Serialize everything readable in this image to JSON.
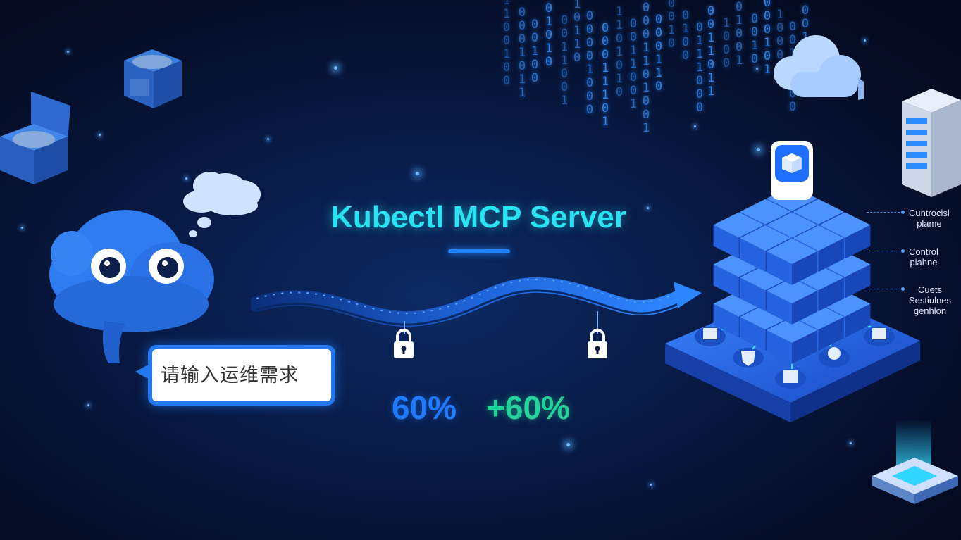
{
  "title": "Kubectl MCP Server",
  "chat": {
    "placeholder": "请输入运维需求"
  },
  "stats": [
    {
      "value": "60%"
    },
    {
      "value": "+60%"
    }
  ],
  "side_labels": [
    {
      "line1": "Cuntrocisl",
      "line2": "plame"
    },
    {
      "line1": "Control",
      "line2": "plahne"
    },
    {
      "line1": "Cuets",
      "line2": "Sestiulnes",
      "line3": "genhlon"
    }
  ],
  "binary_columns": [
    "1100100",
    "0001011",
    "00100",
    "01010",
    "0011001",
    "10110",
    "00001000",
    "00011101",
    "1101010",
    "0011001",
    "0001101001",
    "000110",
    "0010",
    "0100",
    "0111000",
    "0011011",
    "1000",
    "01001",
    "0010",
    "000101",
    "1000",
    "0010100",
    "001101"
  ],
  "colors": {
    "accent": "#29e3f2",
    "blue": "#1e7bff",
    "green": "#23d49a"
  }
}
